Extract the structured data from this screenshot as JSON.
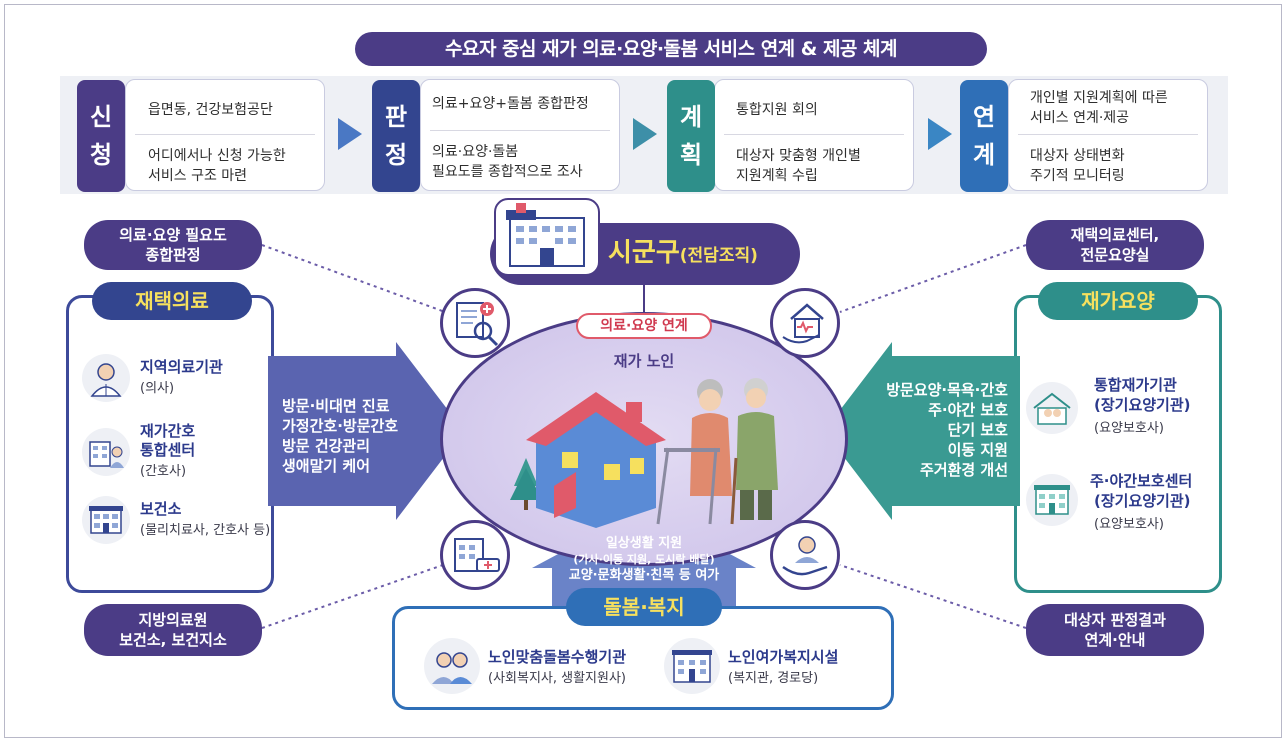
{
  "title": "수요자 중심 재가 의료·요양·돌봄 서비스 연계 & 제공 체계",
  "steps": [
    {
      "label": [
        "신",
        "청"
      ],
      "color": "#4b3c86",
      "items": [
        "읍면동, 건강보험공단",
        "어디에서나 신청 가능한",
        "서비스 구조 마련"
      ]
    },
    {
      "label": [
        "판",
        "정"
      ],
      "color": "#33458f",
      "items": [
        "의료+요양+돌봄 종합판정",
        "의료·요양·돌봄",
        "필요도를 종합적으로 조사"
      ]
    },
    {
      "label": [
        "계",
        "획"
      ],
      "color": "#2e8f8a",
      "items": [
        "통합지원 회의",
        "대상자 맞춤형 개인별",
        "지원계획 수립"
      ]
    },
    {
      "label": [
        "연",
        "계"
      ],
      "color": "#2f6fb7",
      "items": [
        "개인별 지원계획에 따른",
        "서비스 연계·제공",
        "대상자 상태변화",
        "주기적 모니터링"
      ]
    }
  ],
  "center": {
    "org_title": "시군구",
    "org_sub": "(전담조직)",
    "link_label": "의료·요양 연계",
    "person_label": "재가 노인",
    "bottom_lines": [
      "일상생활 지원",
      "(가사·이동 지원, 도시락 배달)",
      "교양·문화생활·친목 등 여가"
    ]
  },
  "corner_pills": {
    "top_left": [
      "의료·요양 필요도",
      "종합판정"
    ],
    "top_right": [
      "재택의료센터,",
      "전문요양실"
    ],
    "bottom_left": [
      "지방의료원",
      "보건소, 보건지소"
    ],
    "bottom_right": [
      "대상자 판정결과",
      "연계·안내"
    ]
  },
  "left_panel": {
    "title": "재택의료",
    "items": [
      {
        "name": [
          "지역의료기관"
        ],
        "sub": "(의사)",
        "icon": "doctor-icon"
      },
      {
        "name": [
          "재가간호",
          "통합센터"
        ],
        "sub": "(간호사)",
        "icon": "nursing-center-icon"
      },
      {
        "name": [
          "보건소"
        ],
        "sub": "(물리치료사, 간호사 등)",
        "icon": "health-center-icon"
      }
    ],
    "services": [
      "방문·비대면 진료",
      "가정간호·방문간호",
      "방문 건강관리",
      "생애말기 케어"
    ]
  },
  "right_panel": {
    "title": "재가요양",
    "items": [
      {
        "name": [
          "통합재가기관",
          "(장기요양기관)"
        ],
        "sub": "(요양보호사)",
        "icon": "home-care-icon"
      },
      {
        "name": [
          "주·야간보호센터",
          "(장기요양기관)"
        ],
        "sub": "(요양보호사)",
        "icon": "day-care-icon"
      }
    ],
    "services": [
      "방문요양·목욕·간호",
      "주·야간 보호",
      "단기 보호",
      "이동 지원",
      "주거환경 개선"
    ]
  },
  "bottom_panel": {
    "title": "돌봄·복지",
    "items": [
      {
        "name": "노인맞춤돌봄수행기관",
        "sub": "(사회복지사, 생활지원사)",
        "icon": "caregivers-icon"
      },
      {
        "name": "노인여가복지시설",
        "sub": "(복지관, 경로당)",
        "icon": "welfare-facility-icon"
      }
    ]
  },
  "colors": {
    "purple": "#4b3c86",
    "navy": "#33458f",
    "teal": "#2e8f8a",
    "blue": "#2f6fb7",
    "green_panel": "#2e8f8a",
    "accent_yellow": "#f6e05e"
  }
}
